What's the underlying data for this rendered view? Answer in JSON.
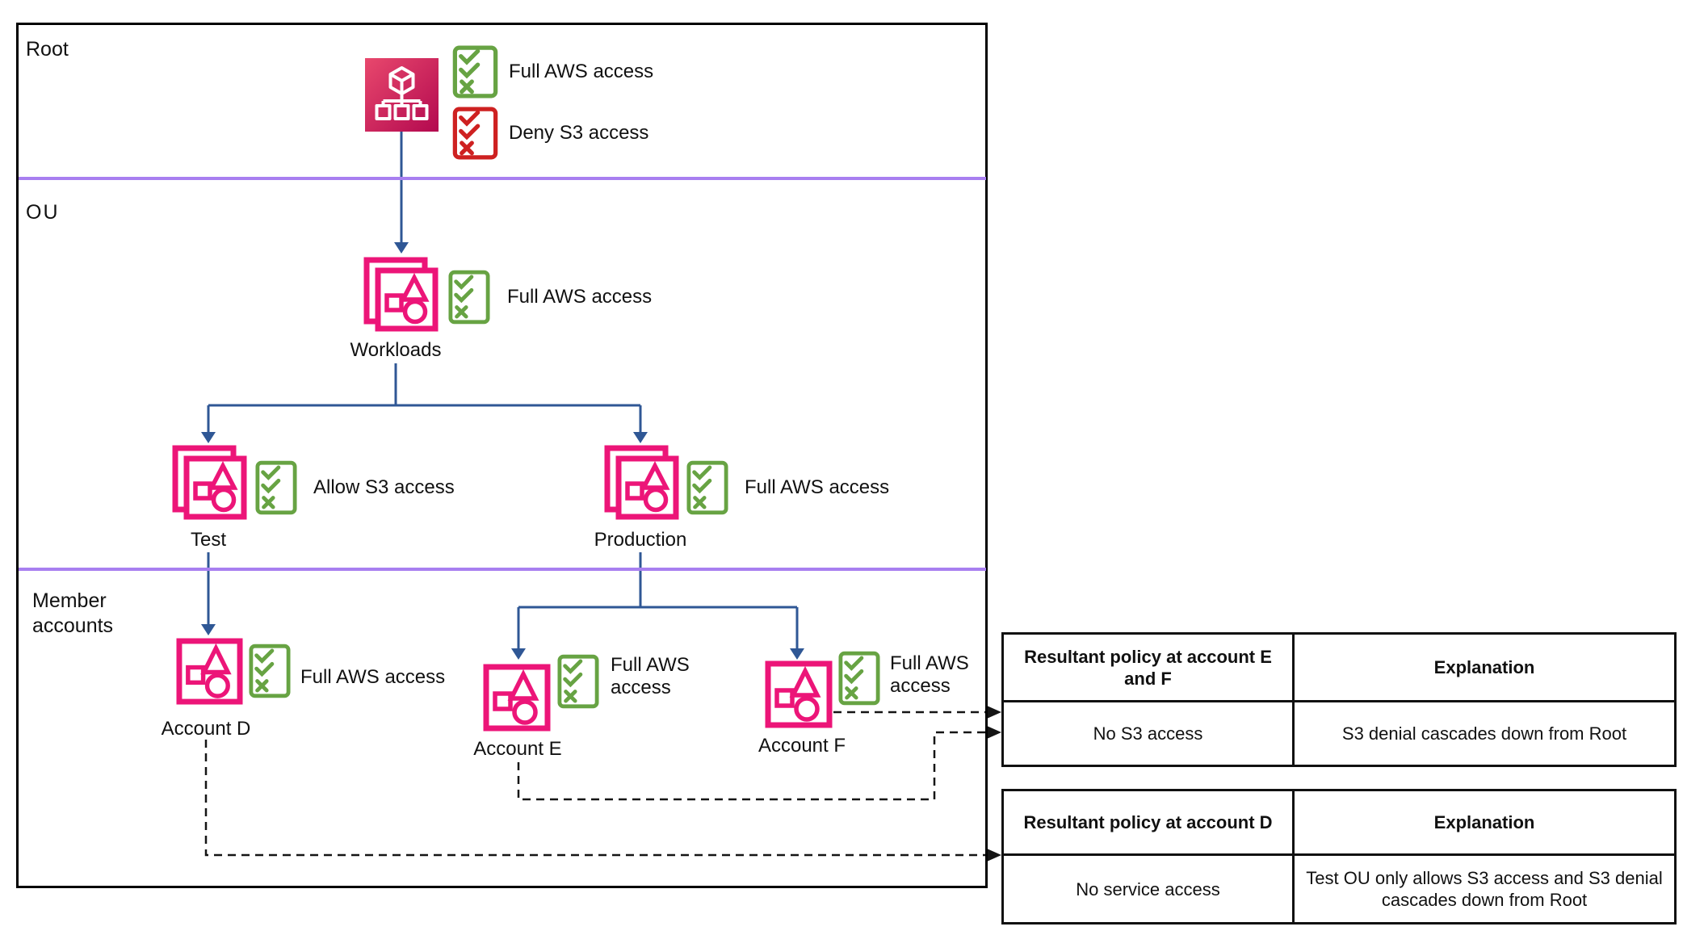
{
  "diagram": {
    "section_labels": {
      "root": "Root",
      "ou": "OU",
      "member": [
        "Member",
        "accounts"
      ]
    },
    "root": {
      "policies": [
        "Full AWS access",
        "Deny S3 access"
      ]
    },
    "ous": {
      "workloads": {
        "name": "Workloads",
        "policy": "Full AWS access"
      },
      "test": {
        "name": "Test",
        "policy": "Allow S3 access"
      },
      "production": {
        "name": "Production",
        "policy": "Full AWS access"
      }
    },
    "accounts": {
      "d": {
        "name": "Account D",
        "policy": "Full AWS access"
      },
      "e": {
        "name": "Account E",
        "policy": [
          "Full AWS",
          "access"
        ]
      },
      "f": {
        "name": "Account F",
        "policy": [
          "Full AWS",
          "access"
        ]
      }
    }
  },
  "tables": [
    {
      "headers": [
        "Resultant policy at account E and F",
        "Explanation"
      ],
      "rows": [
        [
          "No S3 access",
          "S3 denial cascades down from Root"
        ]
      ]
    },
    {
      "headers": [
        "Resultant policy at account D",
        "Explanation"
      ],
      "rows": [
        [
          "No service access",
          "Test OU only allows S3 access and S3 denial cascades down from Root"
        ]
      ]
    }
  ],
  "colors": {
    "pink": "#EC1578",
    "pink_gradient_from": "#E8486D",
    "pink_gradient_to": "#B3094F",
    "green_allow": "#67A343",
    "red_deny": "#CE2121",
    "blue_arrow": "#2F5795",
    "purple_divider": "#A87FF0",
    "line_black": "#151515"
  }
}
